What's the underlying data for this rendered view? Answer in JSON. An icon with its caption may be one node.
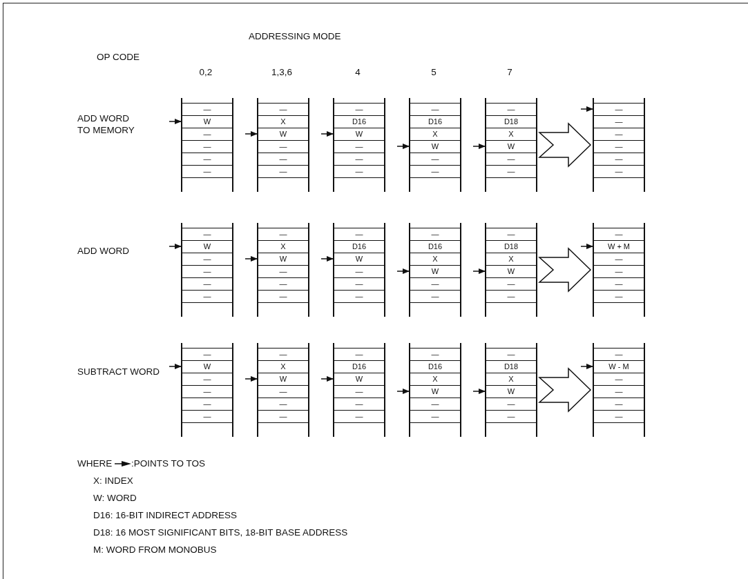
{
  "diagram": {
    "nodes": [
      {
        "text": [],
        "shape": "box"
      },
      {
        "text": [
          "—"
        ],
        "in": 0
      },
      {
        "text": [
          "W"
        ],
        "in": 0
      },
      {
        "text": [
          "—"
        ],
        "in": 0
      },
      {
        "text": [
          "—"
        ],
        "in": 0
      },
      {
        "text": [
          "—"
        ],
        "in": 0
      },
      {
        "text": [
          "—"
        ],
        "in": 0
      },
      {
        "text": [],
        "shape": "box"
      },
      {
        "text": [
          "—"
        ],
        "in": 7
      },
      {
        "text": [
          "X"
        ],
        "in": 7
      },
      {
        "text": [
          "W"
        ],
        "in": 7
      },
      {
        "text": [
          "—"
        ],
        "in": 7
      },
      {
        "text": [
          "—"
        ],
        "in": 7
      },
      {
        "text": [
          "—"
        ],
        "in": 7
      },
      {
        "text": [],
        "shape": "box"
      },
      {
        "text": [
          "—"
        ],
        "in": 14
      },
      {
        "text": [
          "D16"
        ],
        "in": 14
      },
      {
        "text": [
          "W"
        ],
        "in": 14
      },
      {
        "text": [
          "—"
        ],
        "in": 14
      },
      {
        "text": [
          "—"
        ],
        "in": 14
      },
      {
        "text": [
          "—"
        ],
        "in": 14
      },
      {
        "text": [],
        "shape": "box"
      },
      {
        "text": [
          "—"
        ],
        "in": 21
      },
      {
        "text": [
          "D16"
        ],
        "in": 21
      },
      {
        "text": [
          "X"
        ],
        "in": 21
      },
      {
        "text": [
          "W"
        ],
        "in": 21
      },
      {
        "text": [
          "—"
        ],
        "in": 21
      },
      {
        "text": [
          "—"
        ],
        "in": 21
      },
      {
        "text": [],
        "shape": "box"
      },
      {
        "text": [
          "—"
        ],
        "in": 28
      },
      {
        "text": [
          "D18"
        ],
        "in": 28
      },
      {
        "text": [
          "X"
        ],
        "in": 28
      },
      {
        "text": [
          "W"
        ],
        "in": 28
      },
      {
        "text": [
          "—"
        ],
        "in": 28
      },
      {
        "text": [
          "—"
        ],
        "in": 28
      },
      {
        "text": [],
        "shape": "box"
      },
      {
        "text": [
          "—"
        ],
        "in": 35
      },
      {
        "text": [
          "—"
        ],
        "in": 35
      },
      {
        "text": [
          "—"
        ],
        "in": 35
      },
      {
        "text": [
          "—"
        ],
        "in": 35
      },
      {
        "text": [
          "—"
        ],
        "in": 35
      },
      {
        "text": [
          "—"
        ],
        "in": 35
      },
      {
        "text": [],
        "shape": "box"
      },
      {
        "text": [
          "—"
        ],
        "in": 42
      },
      {
        "text": [
          "W"
        ],
        "in": 42
      },
      {
        "text": [
          "—"
        ],
        "in": 42
      },
      {
        "text": [
          "—"
        ],
        "in": 42
      },
      {
        "text": [
          "—"
        ],
        "in": 42
      },
      {
        "text": [
          "—"
        ],
        "in": 42
      },
      {
        "text": [],
        "shape": "box"
      },
      {
        "text": [
          "—"
        ],
        "in": 49
      },
      {
        "text": [
          "X"
        ],
        "in": 49
      },
      {
        "text": [
          "W"
        ],
        "in": 49
      },
      {
        "text": [
          "—"
        ],
        "in": 49
      },
      {
        "text": [
          "—"
        ],
        "in": 49
      },
      {
        "text": [
          "—"
        ],
        "in": 49
      },
      {
        "text": [],
        "shape": "box"
      },
      {
        "text": [
          "—"
        ],
        "in": 56
      },
      {
        "text": [
          "D16"
        ],
        "in": 56
      },
      {
        "text": [
          "W"
        ],
        "in": 56
      },
      {
        "text": [
          "—"
        ],
        "in": 56
      },
      {
        "text": [
          "—"
        ],
        "in": 56
      },
      {
        "text": [
          "—"
        ],
        "in": 56
      },
      {
        "text": [],
        "shape": "box"
      },
      {
        "text": [
          "—"
        ],
        "in": 63
      },
      {
        "text": [
          "D16"
        ],
        "in": 63
      },
      {
        "text": [
          "X"
        ],
        "in": 63
      },
      {
        "text": [
          "W"
        ],
        "in": 63
      },
      {
        "text": [
          "—"
        ],
        "in": 63
      },
      {
        "text": [
          "—"
        ],
        "in": 63
      },
      {
        "text": [],
        "shape": "box"
      },
      {
        "text": [
          "—"
        ],
        "in": 70
      },
      {
        "text": [
          "D18"
        ],
        "in": 70
      },
      {
        "text": [
          "X"
        ],
        "in": 70
      },
      {
        "text": [
          "W"
        ],
        "in": 70
      },
      {
        "text": [
          "—"
        ],
        "in": 70
      },
      {
        "text": [
          "—"
        ],
        "in": 70
      },
      {
        "text": [],
        "shape": "box"
      },
      {
        "text": [
          "—"
        ],
        "in": 77
      },
      {
        "text": [
          "W + M"
        ],
        "in": 77
      },
      {
        "text": [
          "—"
        ],
        "in": 77
      },
      {
        "text": [
          "—"
        ],
        "in": 77
      },
      {
        "text": [
          "—"
        ],
        "in": 77
      },
      {
        "text": [
          "—"
        ],
        "in": 77
      },
      {
        "text": [],
        "shape": "box"
      },
      {
        "text": [
          "—"
        ],
        "in": 84
      },
      {
        "text": [
          "W"
        ],
        "in": 84
      },
      {
        "text": [
          "—"
        ],
        "in": 84
      },
      {
        "text": [
          "—"
        ],
        "in": 84
      },
      {
        "text": [
          "—"
        ],
        "in": 84
      },
      {
        "text": [
          "—"
        ],
        "in": 84
      },
      {
        "text": [],
        "shape": "box"
      },
      {
        "text": [
          "—"
        ],
        "in": 91
      },
      {
        "text": [
          "X"
        ],
        "in": 91
      },
      {
        "text": [
          "W"
        ],
        "in": 91
      },
      {
        "text": [
          "—"
        ],
        "in": 91
      },
      {
        "text": [
          "—"
        ],
        "in": 91
      },
      {
        "text": [
          "—"
        ],
        "in": 91
      },
      {
        "text": [],
        "shape": "box"
      },
      {
        "text": [
          "—"
        ],
        "in": 98
      },
      {
        "text": [
          "D16"
        ],
        "in": 98
      },
      {
        "text": [
          "W"
        ],
        "in": 98
      },
      {
        "text": [
          "—"
        ],
        "in": 98
      },
      {
        "text": [
          "—"
        ],
        "in": 98
      },
      {
        "text": [
          "—"
        ],
        "in": 98
      },
      {
        "text": [],
        "shape": "box"
      },
      {
        "text": [
          "—"
        ],
        "in": 105
      },
      {
        "text": [
          "D16"
        ],
        "in": 105
      },
      {
        "text": [
          "X"
        ],
        "in": 105
      },
      {
        "text": [
          "W"
        ],
        "in": 105
      },
      {
        "text": [
          "—"
        ],
        "in": 105
      },
      {
        "text": [
          "—"
        ],
        "in": 105
      },
      {
        "text": [],
        "shape": "box"
      },
      {
        "text": [
          "—"
        ],
        "in": 112
      },
      {
        "text": [
          "D18"
        ],
        "in": 112
      },
      {
        "text": [
          "X"
        ],
        "in": 112
      },
      {
        "text": [
          "W"
        ],
        "in": 112
      },
      {
        "text": [
          "—"
        ],
        "in": 112
      },
      {
        "text": [
          "—"
        ],
        "in": 112
      },
      {
        "text": [],
        "shape": "box"
      },
      {
        "text": [
          "—"
        ],
        "in": 119
      },
      {
        "text": [
          "W - M"
        ],
        "in": 119
      },
      {
        "text": [
          "—"
        ],
        "in": 119
      },
      {
        "text": [
          "—"
        ],
        "in": 119
      },
      {
        "text": [
          "—"
        ],
        "in": 119
      },
      {
        "text": [
          "—"
        ],
        "in": 119
      }
    ],
    "edges": [
      {
        "from": null,
        "to": 2,
        "arrow": "to"
      },
      {
        "from": null,
        "to": 10,
        "arrow": "to"
      },
      {
        "from": null,
        "to": 17,
        "arrow": "to"
      },
      {
        "from": null,
        "to": 25,
        "arrow": "to"
      },
      {
        "from": null,
        "to": 32,
        "arrow": "to"
      },
      {
        "from": 28,
        "to": 35,
        "arrow": "to",
        "style": "thick"
      },
      {
        "from": null,
        "to": 36,
        "arrow": "to"
      },
      {
        "from": null,
        "to": 44,
        "arrow": "to"
      },
      {
        "from": null,
        "to": 52,
        "arrow": "to"
      },
      {
        "from": null,
        "to": 59,
        "arrow": "to"
      },
      {
        "from": null,
        "to": 67,
        "arrow": "to"
      },
      {
        "from": null,
        "to": 74,
        "arrow": "to"
      },
      {
        "from": 70,
        "to": 77,
        "arrow": "to",
        "style": "thick"
      },
      {
        "from": null,
        "to": 79,
        "arrow": "to"
      },
      {
        "from": null,
        "to": 86,
        "arrow": "to"
      },
      {
        "from": null,
        "to": 94,
        "arrow": "to"
      },
      {
        "from": null,
        "to": 101,
        "arrow": "to"
      },
      {
        "from": null,
        "to": 109,
        "arrow": "to"
      },
      {
        "from": null,
        "to": 116,
        "arrow": "to"
      },
      {
        "from": 112,
        "to": 119,
        "arrow": "to",
        "style": "thick"
      },
      {
        "from": null,
        "to": 121,
        "arrow": "to"
      }
    ],
    "labels": [
      "ADDRESSING MODE",
      "OP CODE",
      "0,2",
      "1,3,6",
      "4",
      "5",
      "7",
      "ADD WORD TO MEMORY",
      "ADD WORD",
      "SUBTRACT WORD",
      "WHERE",
      "X: INDEX",
      "W: WORD",
      "D16: 16-BIT INDIRECT ADDRESS",
      "D18: 16 MOST SIGNIFICANT BITS, 18-BIT BASE ADDRESS",
      "M: WORD FROM MONOBUS"
    ],
    "legend": [
      {
        "text": ":POINTS TO TOS"
      }
    ]
  }
}
